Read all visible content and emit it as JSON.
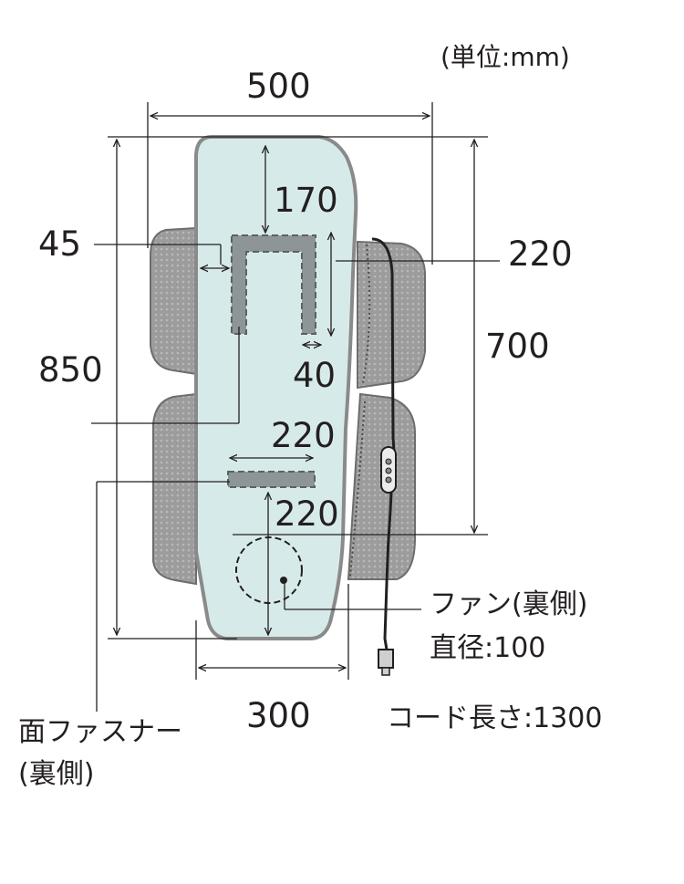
{
  "unit_label": "(単位:mm)",
  "dimensions": {
    "total_width": "500",
    "total_height": "850",
    "back_height": "700",
    "fastener_top_offset": "170",
    "fastener_upper_height": "220",
    "fastener_side_offset": "45",
    "fastener_upper_gap": "40",
    "fastener_lower_width": "220",
    "fan_offset": "220",
    "seat_width": "300"
  },
  "labels": {
    "fan_name": "ファン(裏側)",
    "fan_diameter": "直径:100",
    "fastener_name": "面ファスナー",
    "fastener_side": "(裏側)",
    "cord_length": "コード長さ:1300"
  },
  "colors": {
    "panel_fill": "#d7eaea",
    "cushion_fill": "#a6a6a6",
    "fastener_fill": "#8e9596",
    "outline": "#231f20"
  }
}
